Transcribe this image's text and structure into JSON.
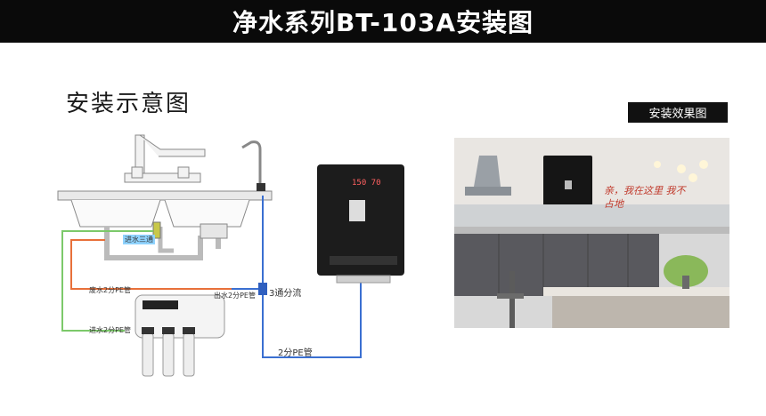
{
  "header": {
    "title": "净水系列BT-103A安装图"
  },
  "section": {
    "title": "安装示意图"
  },
  "result": {
    "title": "安装效果图"
  },
  "diagram": {
    "labels": {
      "inlet_valve": "进水三通",
      "waste_pipe": "废水2分PE管",
      "outlet_pipe": "出水2分PE管",
      "inlet_pipe": "进水2分PE管",
      "tee": "3通分流",
      "pe_pipe": "2分PE管"
    },
    "dispenser_display": "150 70"
  },
  "photo": {
    "caption": "亲，我在这里 我不占地"
  },
  "colors": {
    "bar": "#0a0a0a",
    "waste_line": "#e8703a",
    "inlet_line": "#7cc96a",
    "outlet_line": "#3a6fd1",
    "dispenser": "#1c1c1c"
  }
}
